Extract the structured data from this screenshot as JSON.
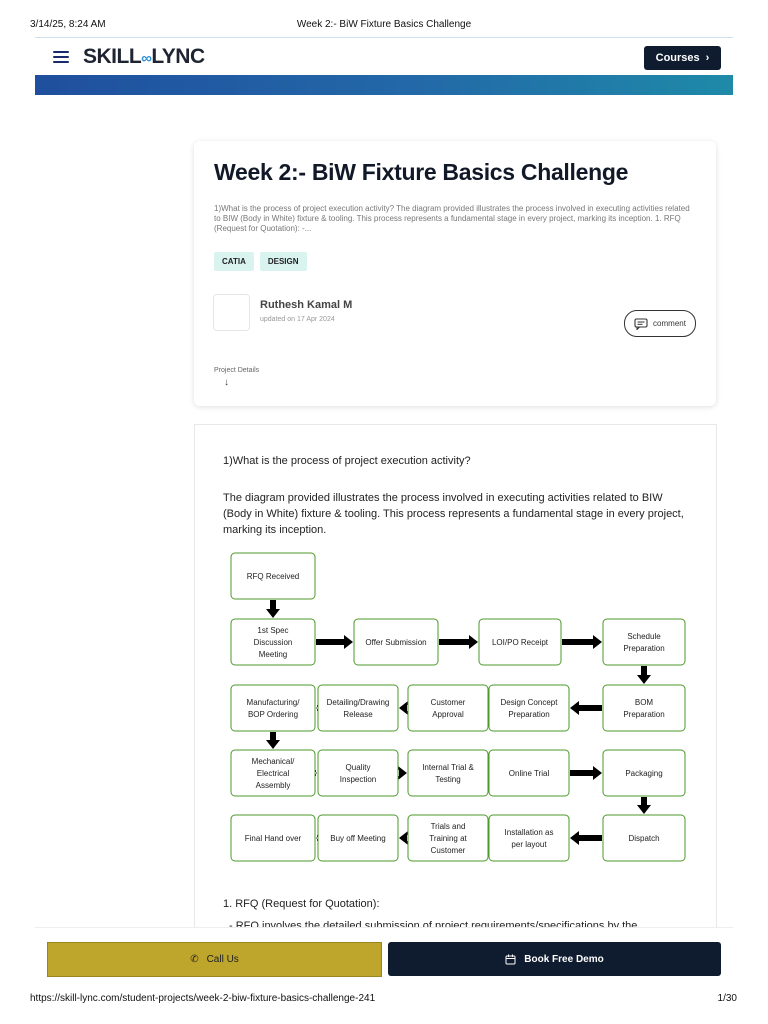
{
  "print_header": {
    "date": "3/14/25, 8:24 AM",
    "title": "Week 2:- BiW Fixture Basics Challenge"
  },
  "navbar": {
    "logo_left": "SKILL",
    "logo_right": "LYNC",
    "courses_label": "Courses"
  },
  "card": {
    "title": "Week 2:- BiW Fixture Basics Challenge",
    "excerpt": "1)What is the process of project execution activity? The diagram provided illustrates the process involved in executing activities related to BIW (Body in White) fixture & tooling. This process represents a fundamental stage in every project, marking its inception.   1. RFQ (Request for Quotation):    -...",
    "tags": [
      "CATIA",
      "DESIGN"
    ],
    "author": "Ruthesh Kamal M",
    "updated": "updated on 17 Apr 2024",
    "comment_label": "comment",
    "project_details_label": "Project Details"
  },
  "content": {
    "question": "1)What is the process of project execution activity?",
    "paragraph": "The diagram provided illustrates the process involved in executing activities related to BIW (Body in White) fixture & tooling. This process represents a fundamental stage in every project, marking its inception.",
    "heading_rfq": "1. RFQ (Request for Quotation):",
    "bullet_rfq": "- RFQ involves the detailed submission of project requirements/specifications by the"
  },
  "flowchart": {
    "nodes": [
      {
        "id": "rfq",
        "lines": [
          "RFQ Received"
        ]
      },
      {
        "id": "spec",
        "lines": [
          "1st Spec",
          "Discussion",
          "Meeting"
        ]
      },
      {
        "id": "offer",
        "lines": [
          "Offer Submission"
        ]
      },
      {
        "id": "loi",
        "lines": [
          "LOI/PO Receipt"
        ]
      },
      {
        "id": "schedule",
        "lines": [
          "Schedule",
          "Preparation"
        ]
      },
      {
        "id": "bom",
        "lines": [
          "BOM",
          "Preparation"
        ]
      },
      {
        "id": "design",
        "lines": [
          "Design Concept",
          "Preparation"
        ]
      },
      {
        "id": "approval",
        "lines": [
          "Customer",
          "Approval"
        ]
      },
      {
        "id": "detailing",
        "lines": [
          "Detailing/Drawing",
          "Release"
        ]
      },
      {
        "id": "manufacturing",
        "lines": [
          "Manufacturing/",
          "BOP Ordering"
        ]
      },
      {
        "id": "assembly",
        "lines": [
          "Mechanical/",
          "Electrical",
          "Assembly"
        ]
      },
      {
        "id": "quality",
        "lines": [
          "Quality",
          "Inspection"
        ]
      },
      {
        "id": "internal",
        "lines": [
          "Internal Trial &",
          "Testing"
        ]
      },
      {
        "id": "online",
        "lines": [
          "Online Trial"
        ]
      },
      {
        "id": "packaging",
        "lines": [
          "Packaging"
        ]
      },
      {
        "id": "dispatch",
        "lines": [
          "Dispatch"
        ]
      },
      {
        "id": "installation",
        "lines": [
          "Installation as",
          "per layout"
        ]
      },
      {
        "id": "trials",
        "lines": [
          "Trials and",
          "Training at",
          "Customer"
        ]
      },
      {
        "id": "buyoff",
        "lines": [
          "Buy off Meeting"
        ]
      },
      {
        "id": "final",
        "lines": [
          "Final Hand over"
        ]
      }
    ],
    "edges": [
      [
        "rfq",
        "spec"
      ],
      [
        "spec",
        "offer"
      ],
      [
        "offer",
        "loi"
      ],
      [
        "loi",
        "schedule"
      ],
      [
        "schedule",
        "bom"
      ],
      [
        "bom",
        "design"
      ],
      [
        "design",
        "approval"
      ],
      [
        "approval",
        "detailing"
      ],
      [
        "detailing",
        "manufacturing"
      ],
      [
        "manufacturing",
        "assembly"
      ],
      [
        "assembly",
        "quality"
      ],
      [
        "quality",
        "internal"
      ],
      [
        "internal",
        "online"
      ],
      [
        "online",
        "packaging"
      ],
      [
        "packaging",
        "dispatch"
      ],
      [
        "dispatch",
        "installation"
      ],
      [
        "installation",
        "trials"
      ],
      [
        "trials",
        "buyoff"
      ],
      [
        "buyoff",
        "final"
      ]
    ],
    "box_border_color": "#4a9a2a"
  },
  "bottom_bar": {
    "call_label": "Call Us",
    "demo_label": "Book Free Demo"
  },
  "print_footer": {
    "url": "https://skill-lync.com/student-projects/week-2-biw-fixture-basics-challenge-241",
    "page": "1/30"
  }
}
